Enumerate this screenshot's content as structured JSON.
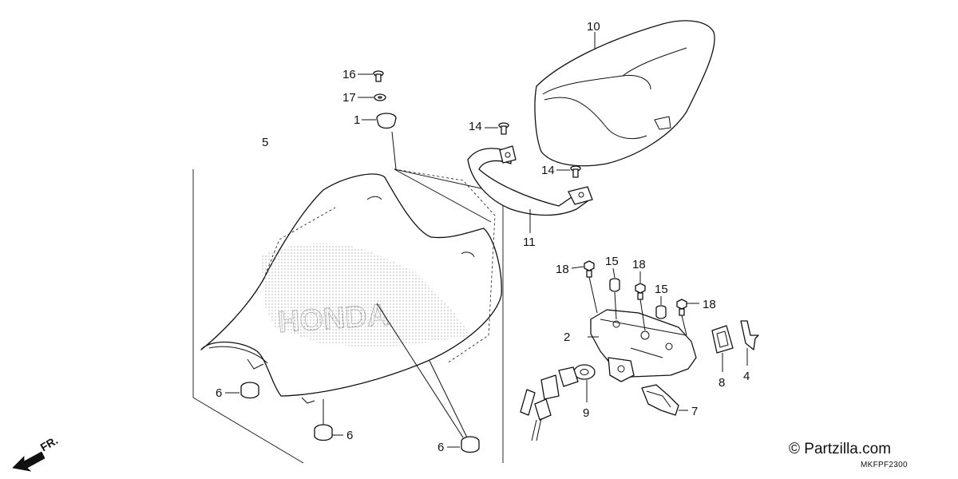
{
  "diagram": {
    "callouts": {
      "p1": "1",
      "p2": "2",
      "p4": "4",
      "p5": "5",
      "p6a": "6",
      "p6b": "6",
      "p6c": "6",
      "p7": "7",
      "p8": "8",
      "p9": "9",
      "p10": "10",
      "p11": "11",
      "p14a": "14",
      "p14b": "14",
      "p15a": "15",
      "p15b": "15",
      "p16": "16",
      "p17": "17",
      "p18a": "18",
      "p18b": "18",
      "p18c": "18"
    },
    "seat_logo_text": "HONDA",
    "front_label": "FR.",
    "watermark": "© Partzilla.com",
    "diagram_code": "MKFPF2300"
  }
}
